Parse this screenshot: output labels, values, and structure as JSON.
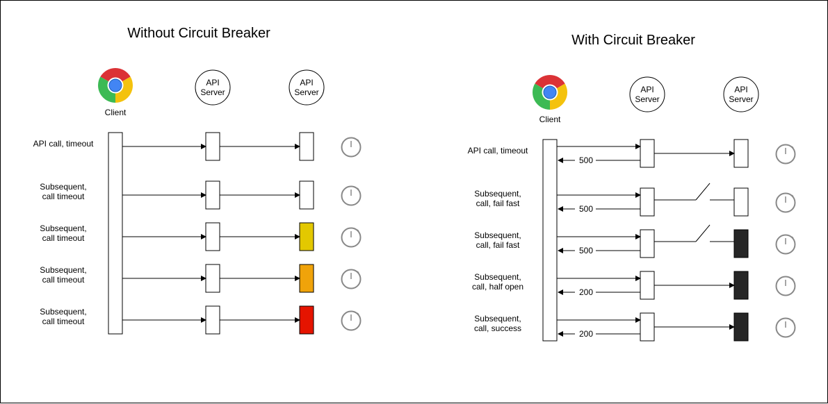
{
  "colors": {
    "pending": "#ffffff",
    "slow": "#e3c800",
    "slower": "#f0a30a",
    "failed": "#e51400",
    "breaker_open": "#262626"
  },
  "left": {
    "title": "Without Circuit Breaker",
    "client_label": "Client",
    "server1_label": [
      "API",
      "Server"
    ],
    "server2_label": [
      "API",
      "Server"
    ],
    "rows": [
      {
        "label": [
          "API call, timeout"
        ],
        "state": "pending"
      },
      {
        "label": [
          "Subsequent,",
          "call timeout"
        ],
        "state": "pending"
      },
      {
        "label": [
          "Subsequent,",
          "call timeout"
        ],
        "state": "slow"
      },
      {
        "label": [
          "Subsequent,",
          "call timeout"
        ],
        "state": "slower"
      },
      {
        "label": [
          "Subsequent,",
          "call timeout"
        ],
        "state": "failed"
      }
    ]
  },
  "right": {
    "title": "With Circuit Breaker",
    "client_label": "Client",
    "server1_label": [
      "API",
      "Server"
    ],
    "server2_label": [
      "API",
      "Server"
    ],
    "rows": [
      {
        "label": [
          "API call, timeout"
        ],
        "response": "500",
        "link": "closed",
        "state": "pending"
      },
      {
        "label": [
          "Subsequent,",
          "call, fail fast"
        ],
        "response": "500",
        "link": "open",
        "state": "pending"
      },
      {
        "label": [
          "Subsequent,",
          "call, fail fast"
        ],
        "response": "500",
        "link": "open",
        "state": "breaker_open"
      },
      {
        "label": [
          "Subsequent,",
          "call, half open"
        ],
        "response": "200",
        "link": "closed",
        "state": "breaker_open"
      },
      {
        "label": [
          "Subsequent,",
          "call, success"
        ],
        "response": "200",
        "link": "closed",
        "state": "breaker_open"
      }
    ]
  }
}
